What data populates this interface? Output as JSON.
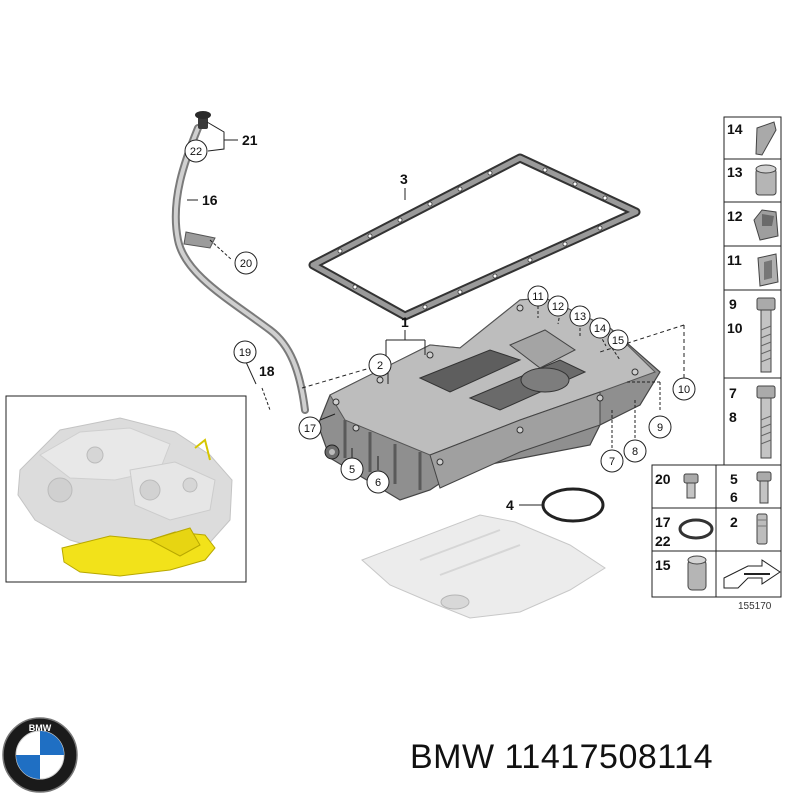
{
  "diagram": {
    "callouts": {
      "c1": "1",
      "c2": "2",
      "c3": "3",
      "c4": "4",
      "c5": "5",
      "c6": "6",
      "c7": "7",
      "c8": "8",
      "c9": "9",
      "c10": "10",
      "c11": "11",
      "c12": "12",
      "c13": "13",
      "c14": "14",
      "c15": "15",
      "c16": "16",
      "c17": "17",
      "c18": "18",
      "c19": "19",
      "c20": "20",
      "c21": "21",
      "c22": "22"
    },
    "legend": {
      "r14": "14",
      "r13": "13",
      "r12": "12",
      "r11": "11",
      "r9": "9",
      "r10": "10",
      "r7": "7",
      "r8": "8",
      "r20": "20",
      "r5": "5",
      "r6": "6",
      "r17": "17",
      "r22": "22",
      "r2": "2",
      "r15": "15"
    },
    "figure_number": "155170"
  },
  "brand": {
    "text": "BMW 11417508114",
    "logo_letters": "BMW"
  }
}
